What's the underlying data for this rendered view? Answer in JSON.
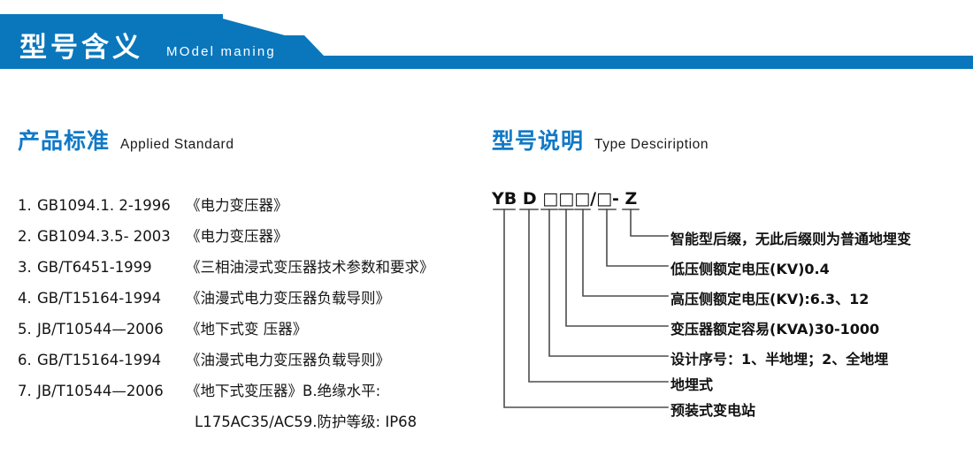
{
  "banner": {
    "title_cn": "型号含义",
    "title_en": "MOdel maning",
    "color": "#0a77bc"
  },
  "sections": {
    "standard": {
      "title_cn": "产品标准",
      "title_en": "Applied Standard"
    },
    "type": {
      "title_cn": "型号说明",
      "title_en": "Type Desciription"
    }
  },
  "standards": [
    {
      "num": "1.",
      "code": "GB1094.1. 2-1996",
      "name": "《电力变压器》"
    },
    {
      "num": "2.",
      "code": "GB1094.3.5- 2003",
      "name": "《电力变压器》"
    },
    {
      "num": "3.",
      "code": "GB/T6451-1999",
      "name": "《三相油浸式变压器技术参数和要求》"
    },
    {
      "num": "4.",
      "code": "GB/T15164-1994",
      "name": "《油漫式电力变压器负载导则》"
    },
    {
      "num": "5.",
      "code": "JB/T10544—2006",
      "name": "《地下式变 压器》"
    },
    {
      "num": "6.",
      "code": "GB/T15164-1994",
      "name": "《油漫式电力变压器负载导则》"
    },
    {
      "num": "7.",
      "code": "JB/T10544—2006",
      "name": "《地下式变压器》B.绝缘水平:"
    }
  ],
  "standards_continuation": "L175AC35/AC59.防护等级: IP68",
  "type_code": {
    "segments": [
      "YB",
      "D",
      "□",
      "□",
      "□",
      "/□",
      "- Z"
    ],
    "full": "YB D □□□/□ - Z"
  },
  "type_labels": [
    "智能型后缀，无此后缀则为普通地埋变",
    "低压侧额定电压(KV)0.4",
    "高压侧额定电压(KV):6.3、12",
    "变压器额定容易(KVA)30-1000",
    "设计序号：1、半地埋；2、全地埋",
    "地埋式",
    "预装式变电站"
  ],
  "colors": {
    "accent_blue": "#0a77bc",
    "heading_blue": "#1179c6",
    "text_dark": "#141414",
    "line_gray": "#4d4d4d"
  }
}
